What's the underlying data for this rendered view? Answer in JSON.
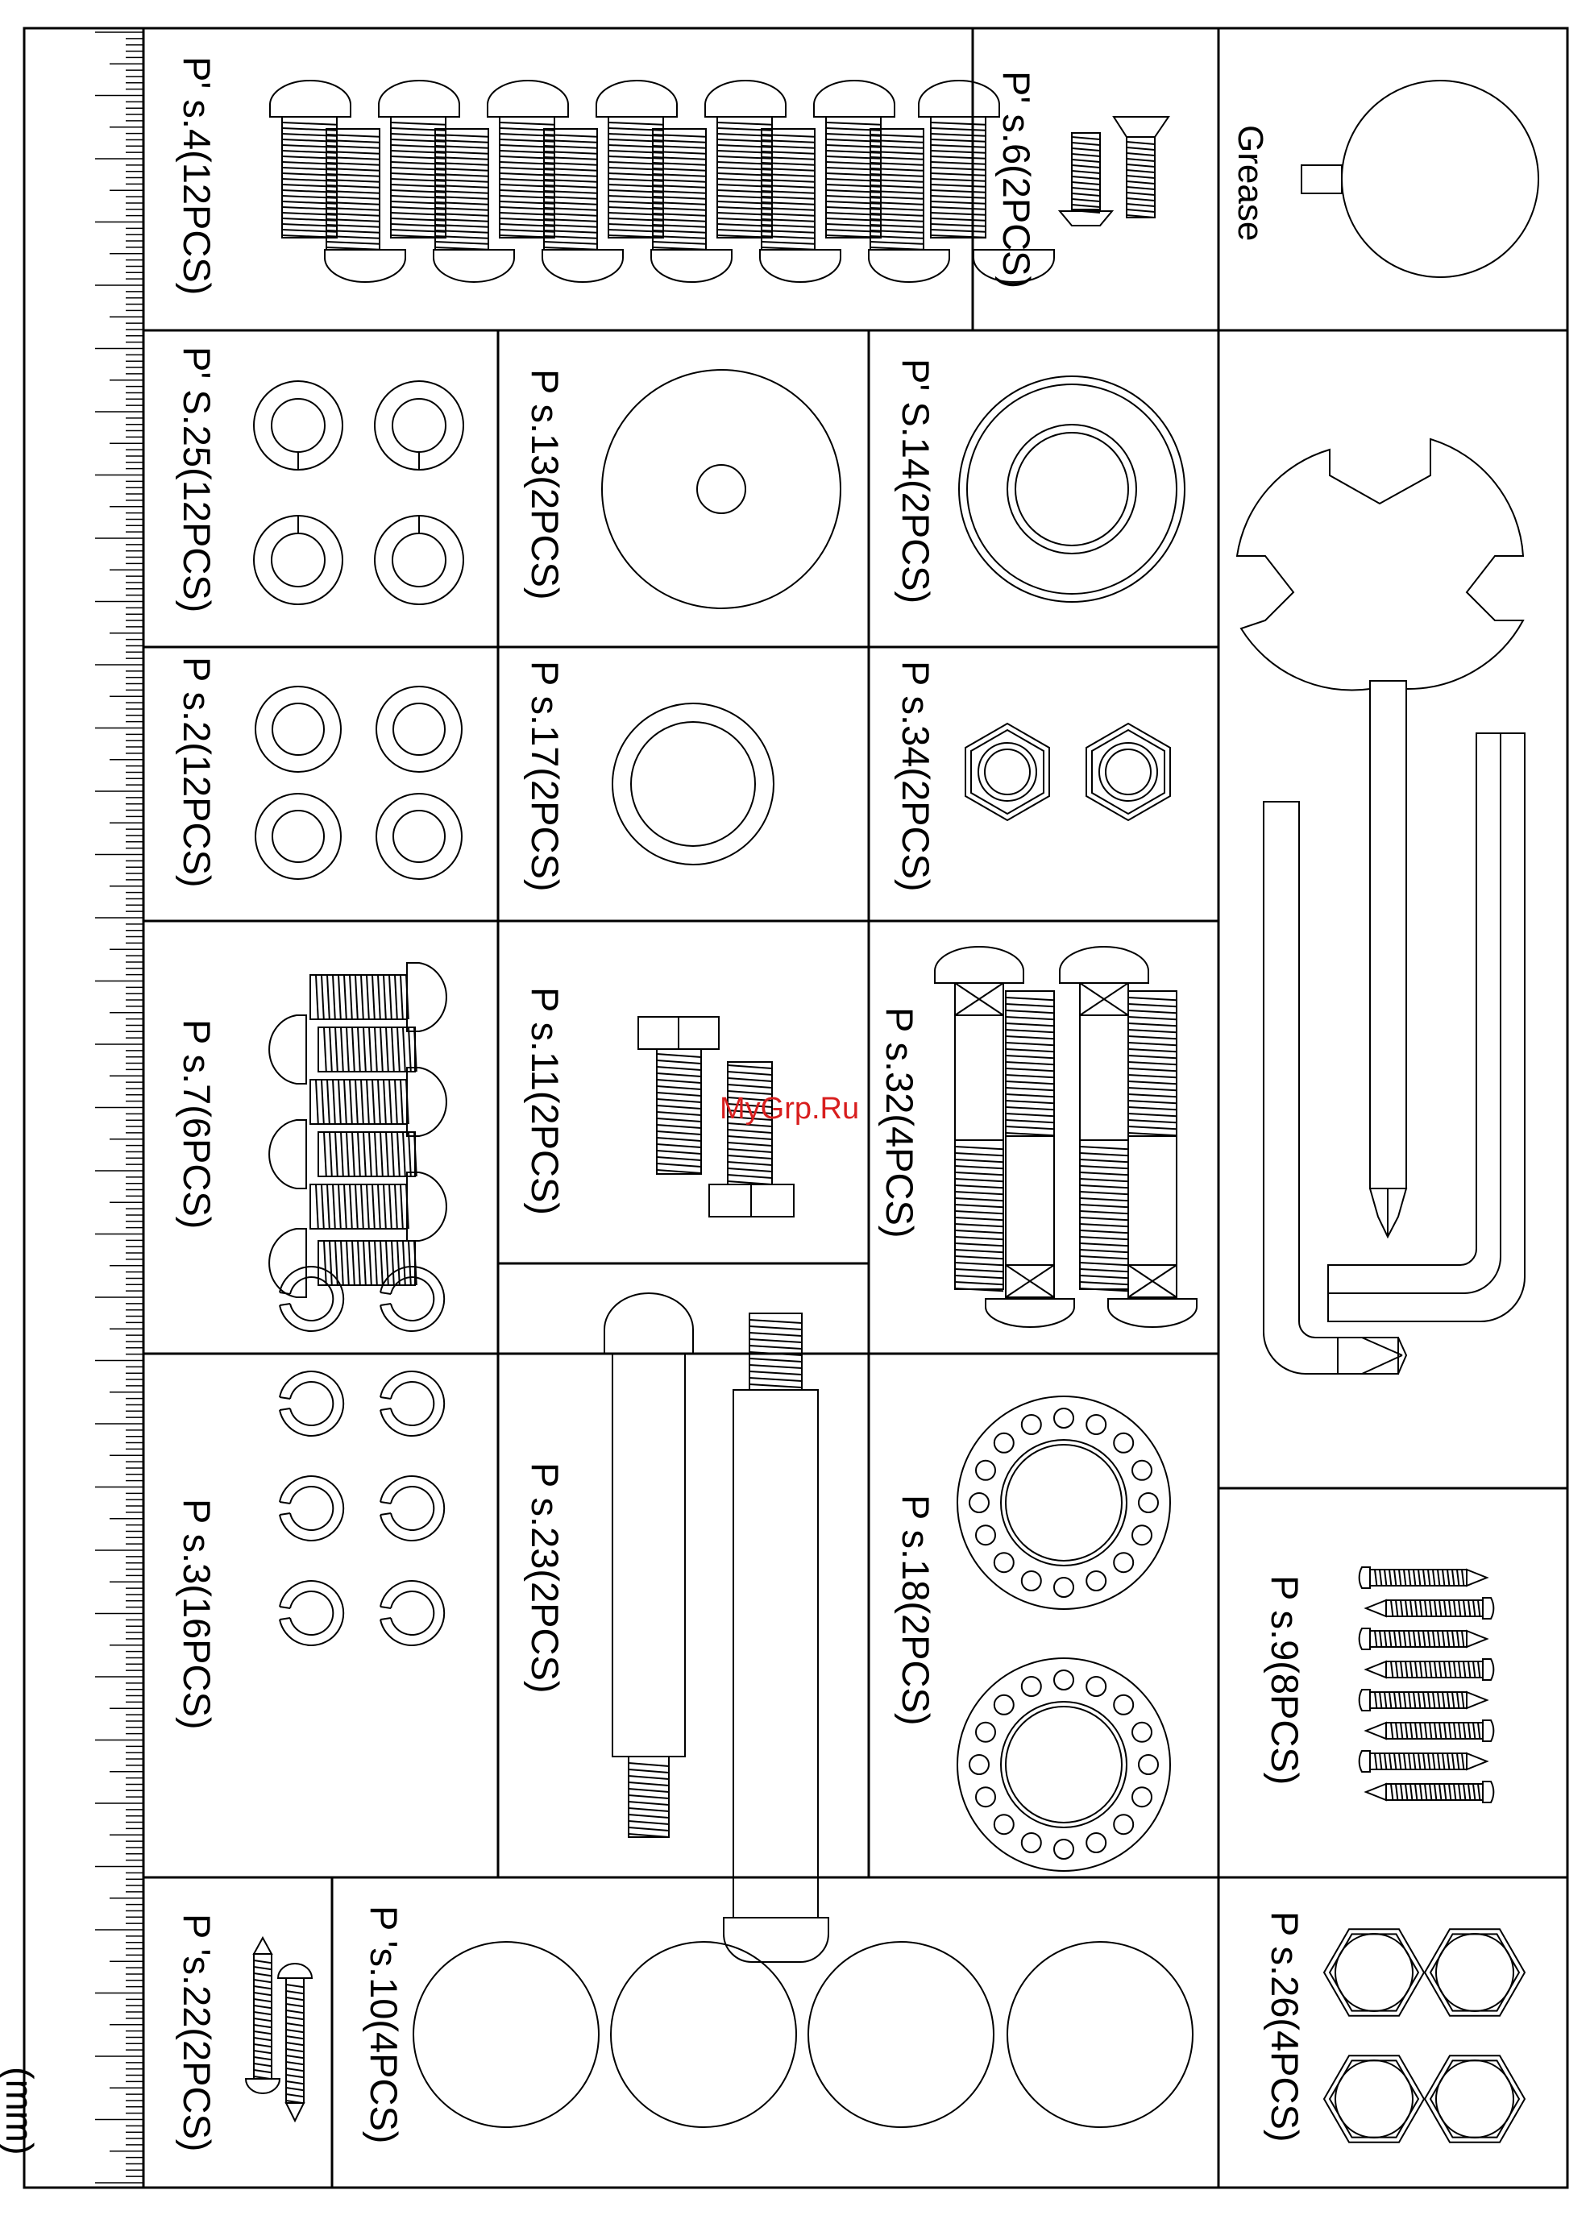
{
  "unit_label": "(mm)",
  "watermark": "MyGrp.Ru",
  "parts": {
    "p4": "Pʹ s.4(12PCS)",
    "p6": "Pʹ s.6(2PCS)",
    "grease": "Grease",
    "p25": "Pʹ S.25(12PCS)",
    "p13": "P s.13(2PCS)",
    "p14": "Pʹ S.14(2PCS)",
    "p2": "P s.2(12PCS)",
    "p17": "P s.17(2PCS)",
    "p34": "P s.34(2PCS)",
    "p7": "P s.7(6PCS)",
    "p11": "P s.11(2PCS)",
    "p32": "P s.32(4PCS)",
    "p3": "P s.3(16PCS)",
    "p23": "P s.23(2PCS)",
    "p18": "P s.18(2PCS)",
    "p9": "P s.9(8PCS)",
    "p22": "P ʹs.22(2PCS)",
    "p10": "P ʹs.10(4PCS)",
    "p26": "P s.26(4PCS)"
  }
}
